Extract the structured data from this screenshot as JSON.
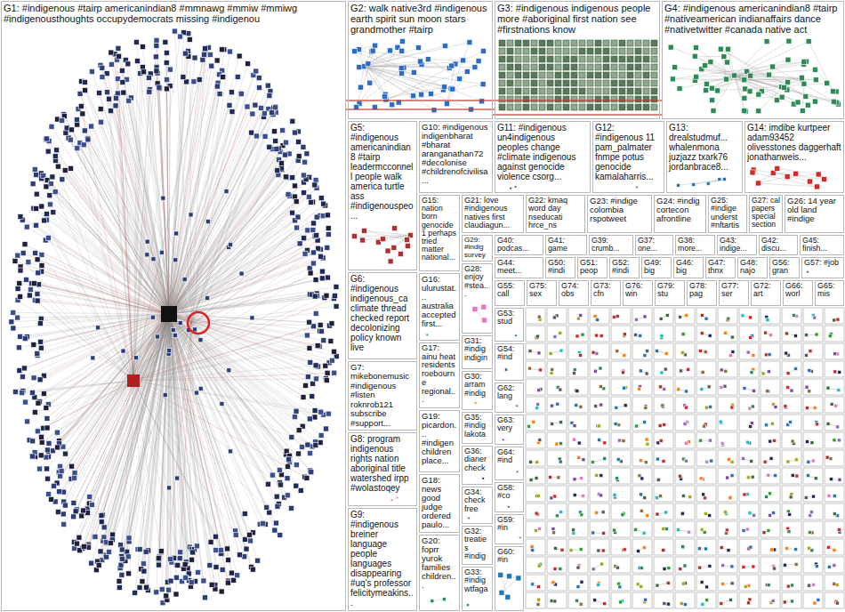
{
  "diagram": {
    "nodes": [
      {
        "text": [
          "G1: #indigenous #tairp americanindian8 #mmnawg #mmiw #mmiwg #indigenousthoughts occupydemocrats missing #indigenou"
        ]
      },
      {
        "text": [
          "G2: walk native3rd #indigenous earth spirit sun moon stars grandmother #tairp"
        ]
      },
      {
        "text": [
          "G3: #indigenous indigenous people more #aboriginal first nation see #firstnations know"
        ]
      },
      {
        "text": [
          "G4: #indigenous americanindian8 #tairp #nativeamerican indianaffairs dance #nativetwitter #canada native act"
        ]
      },
      {
        "text": [
          "G5: #indigenous americanindian8 #tairp leadermcconnell people walk america turtle ass #indigenouspeo..."
        ]
      },
      {
        "text": [
          "G10: #indigenous indigenbharat #bharat aranganathan72 #decolonise #childrenofcivilisa..."
        ]
      },
      {
        "text": [
          "G11: #indigenous un4indigenous peoples change #climate indigenous against genocide violence csorg..."
        ]
      },
      {
        "text": [
          "G12: #indigenous 11 pam_palmater fnmpe potus genocide kamalaharris..."
        ]
      },
      {
        "text": [
          "G13: drealstudmuf... whalenmona juzjazz txark76 jordanbrace8..."
        ]
      },
      {
        "text": [
          "G14: imdibe kurtpeer adam93452 olivesstones daggerhaft jonathanweis..."
        ]
      },
      {
        "text": [
          "G6: #indigenous indigenous_ca climate thread checked report decolonizing policy known live"
        ]
      },
      {
        "text": [
          "G7: mikebonemusic #indigenous #listen roknrob121 subscribe #support..."
        ]
      },
      {
        "text": [
          "G8: program indigenous rights nation aboriginal title watershed irpp #wolastoqey"
        ]
      },
      {
        "text": [
          "G9: #indigenous breiner language people languages disappearing #uq's professor felicitymeakins..."
        ]
      },
      {
        "text": [
          "G15: nation born genocide1 perhaps tried matter national..."
        ]
      },
      {
        "text": [
          "G16: ulurustat... australia accepted first..."
        ]
      },
      {
        "text": [
          "G17: ainu heat residents roebourne regional..."
        ]
      },
      {
        "text": [
          "G19: picardon... #indigen children place..."
        ]
      },
      {
        "text": [
          "G18: news good judge ordered paulo..."
        ]
      },
      {
        "text": [
          "G20: foprr yurok families children..."
        ]
      },
      {
        "text": [
          "G21: love #indigenous natives first claudiagun..."
        ]
      },
      {
        "text": [
          "G22: kmaq word day nseducati hrce_ns"
        ]
      },
      {
        "text": [
          "G23: #indige colombia rspotweet"
        ]
      },
      {
        "text": [
          "G24: #indig cortecon afrontline"
        ]
      },
      {
        "text": [
          "G25: #indige underst #nftartis"
        ]
      },
      {
        "text": [
          "G27: cal papers special section"
        ]
      },
      {
        "text": [
          "G26: 14 year old land #indige"
        ]
      },
      {
        "text": [
          "G29: #indig survey"
        ]
      },
      {
        "text": [
          "G28: enjoy #stea..."
        ]
      },
      {
        "text": [
          "G31: #indig indigin"
        ]
      },
      {
        "text": [
          "G30: arram #indig"
        ]
      },
      {
        "text": [
          "G35: #indig lakota"
        ]
      },
      {
        "text": [
          "G36: dianer check"
        ]
      },
      {
        "text": [
          "G34: check free"
        ]
      },
      {
        "text": [
          "G32: treaties #indig"
        ]
      },
      {
        "text": [
          "G33: #indig wtfaga"
        ]
      },
      {
        "text": [
          "G40: podcas..."
        ]
      },
      {
        "text": [
          "G41: game"
        ]
      },
      {
        "text": [
          "G39: crumb..."
        ]
      },
      {
        "text": [
          "G37: one..."
        ]
      },
      {
        "text": [
          "G38: more..."
        ]
      },
      {
        "text": [
          "G43: indige..."
        ]
      },
      {
        "text": [
          "G42: discu..."
        ]
      },
      {
        "text": [
          "G45: finish..."
        ]
      },
      {
        "text": [
          "G44: meet..."
        ]
      },
      {
        "text": [
          "G50: #indi"
        ]
      },
      {
        "text": [
          "G51: peop"
        ]
      },
      {
        "text": [
          "G52: #indi"
        ]
      },
      {
        "text": [
          "G49: big"
        ]
      },
      {
        "text": [
          "G46: big"
        ]
      },
      {
        "text": [
          "G47: thnx"
        ]
      },
      {
        "text": [
          "G48: najo"
        ]
      },
      {
        "text": [
          "G56: gran"
        ]
      },
      {
        "text": [
          "G57: #job"
        ]
      },
      {
        "text": [
          "G55: call"
        ]
      },
      {
        "text": [
          "G75: sex"
        ]
      },
      {
        "text": [
          "G74: obs"
        ]
      },
      {
        "text": [
          "G73: cfn"
        ]
      },
      {
        "text": [
          "G76: win"
        ]
      },
      {
        "text": [
          "G79: stu"
        ]
      },
      {
        "text": [
          "G78: pag"
        ]
      },
      {
        "text": [
          "G77: ser"
        ]
      },
      {
        "text": [
          "G72: art"
        ]
      },
      {
        "text": [
          "G66: worl"
        ]
      },
      {
        "text": [
          "G65: mis"
        ]
      },
      {
        "text": [
          "G53: stud"
        ]
      },
      {
        "text": [
          "G54: #ind"
        ]
      },
      {
        "text": [
          "G62: lang"
        ]
      },
      {
        "text": [
          "G63: very"
        ]
      },
      {
        "text": [
          "G64: #ind"
        ]
      },
      {
        "text": [
          "G58: #co"
        ]
      },
      {
        "text": [
          "G59: #in"
        ]
      },
      {
        "text": [
          "G60: #in"
        ]
      }
    ],
    "edges": [
      {
        "from": 0,
        "to": 2,
        "arrow": "none"
      },
      {
        "from": 0,
        "to": 3,
        "arrow": "none"
      },
      {
        "from": 1,
        "to": 3,
        "arrow": "none"
      }
    ]
  }
}
